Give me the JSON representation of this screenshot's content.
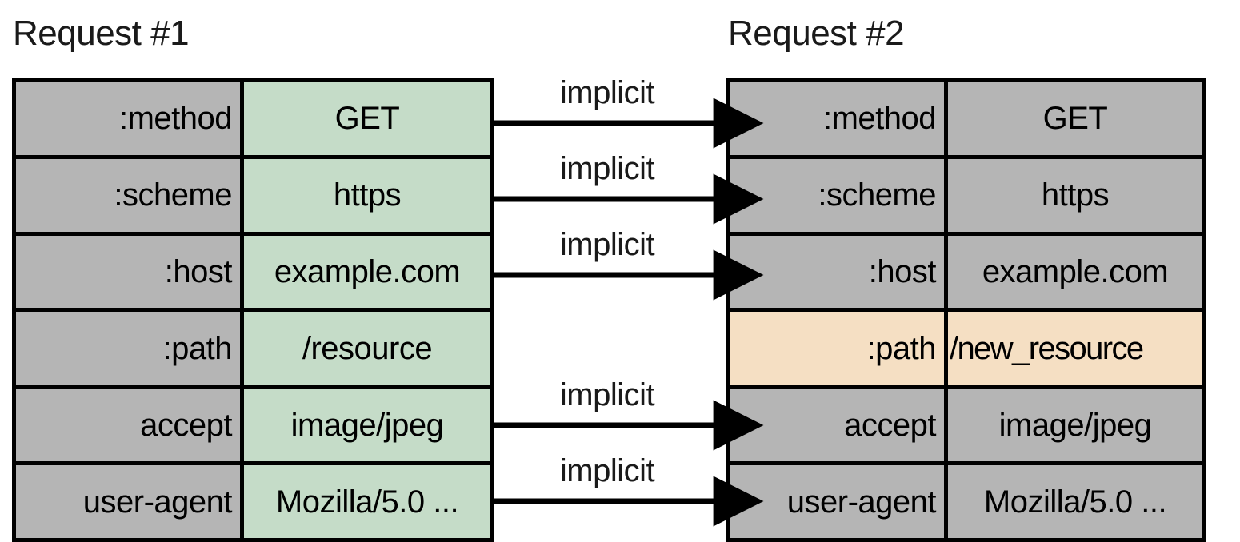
{
  "diagram": {
    "title_left": "Request #1",
    "title_right": "Request #2",
    "arrow_label": "implicit",
    "colors": {
      "header_gray": "#b5b5b5",
      "value_green": "#c5dcc8",
      "changed_peach": "#f5dfc3",
      "border": "#000000",
      "background": "#ffffff"
    }
  },
  "request1": {
    "title": "Request #1",
    "rows": [
      {
        "name": ":method",
        "value": "GET",
        "tint": "green"
      },
      {
        "name": ":scheme",
        "value": "https",
        "tint": "green"
      },
      {
        "name": ":host",
        "value": "example.com",
        "tint": "green"
      },
      {
        "name": ":path",
        "value": "/resource",
        "tint": "green"
      },
      {
        "name": "accept",
        "value": "image/jpeg",
        "tint": "green"
      },
      {
        "name": "user-agent",
        "value": "Mozilla/5.0 ...",
        "tint": "green"
      }
    ]
  },
  "request2": {
    "title": "Request #2",
    "rows": [
      {
        "name": ":method",
        "value": "GET",
        "tint": "gray"
      },
      {
        "name": ":scheme",
        "value": "https",
        "tint": "gray"
      },
      {
        "name": ":host",
        "value": "example.com",
        "tint": "gray"
      },
      {
        "name": ":path",
        "value": "/new_resource",
        "tint": "peach"
      },
      {
        "name": "accept",
        "value": "image/jpeg",
        "tint": "gray"
      },
      {
        "name": "user-agent",
        "value": "Mozilla/5.0 ...",
        "tint": "gray"
      }
    ]
  },
  "arrows": [
    {
      "label": "implicit",
      "from_row": 0,
      "to_row": 0
    },
    {
      "label": "implicit",
      "from_row": 1,
      "to_row": 1
    },
    {
      "label": "implicit",
      "from_row": 2,
      "to_row": 2
    },
    {
      "label": "implicit",
      "from_row": 4,
      "to_row": 4
    },
    {
      "label": "implicit",
      "from_row": 5,
      "to_row": 5
    }
  ]
}
